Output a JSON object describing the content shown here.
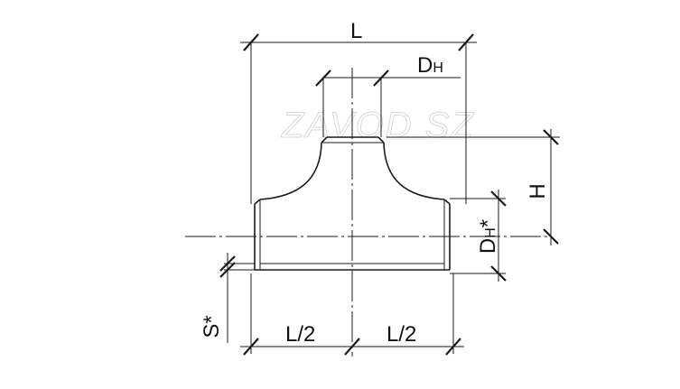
{
  "watermark": "ZAVOD SZ",
  "labels": {
    "length": "L",
    "outer_diameter_main": "D",
    "outer_diameter_main_sub": "H",
    "height": "H",
    "outer_diameter_branch": "D",
    "outer_diameter_branch_sub": "H",
    "outer_diameter_branch_mark": "*",
    "wall_thickness": "S*",
    "half_length_left": "L/2",
    "half_length_right": "L/2"
  }
}
